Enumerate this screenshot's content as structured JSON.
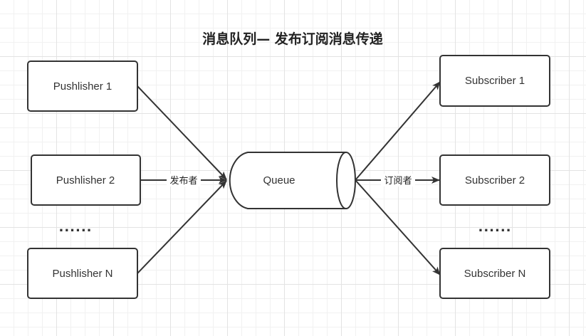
{
  "title": "消息队列— 发布订阅消息传递",
  "publishers": [
    "Pushlisher 1",
    "Pushlisher 2",
    "Pushlisher N"
  ],
  "subscribers": [
    "Subscriber 1",
    "Subscriber 2",
    "Subscriber N"
  ],
  "queue": {
    "label": "Queue"
  },
  "ellipsis": "......",
  "edges": {
    "publish_label": "发布者",
    "subscribe_label": "订阅者"
  },
  "colors": {
    "stroke": "#333333",
    "background": "#ffffff",
    "grid": "#e3e3e3"
  }
}
